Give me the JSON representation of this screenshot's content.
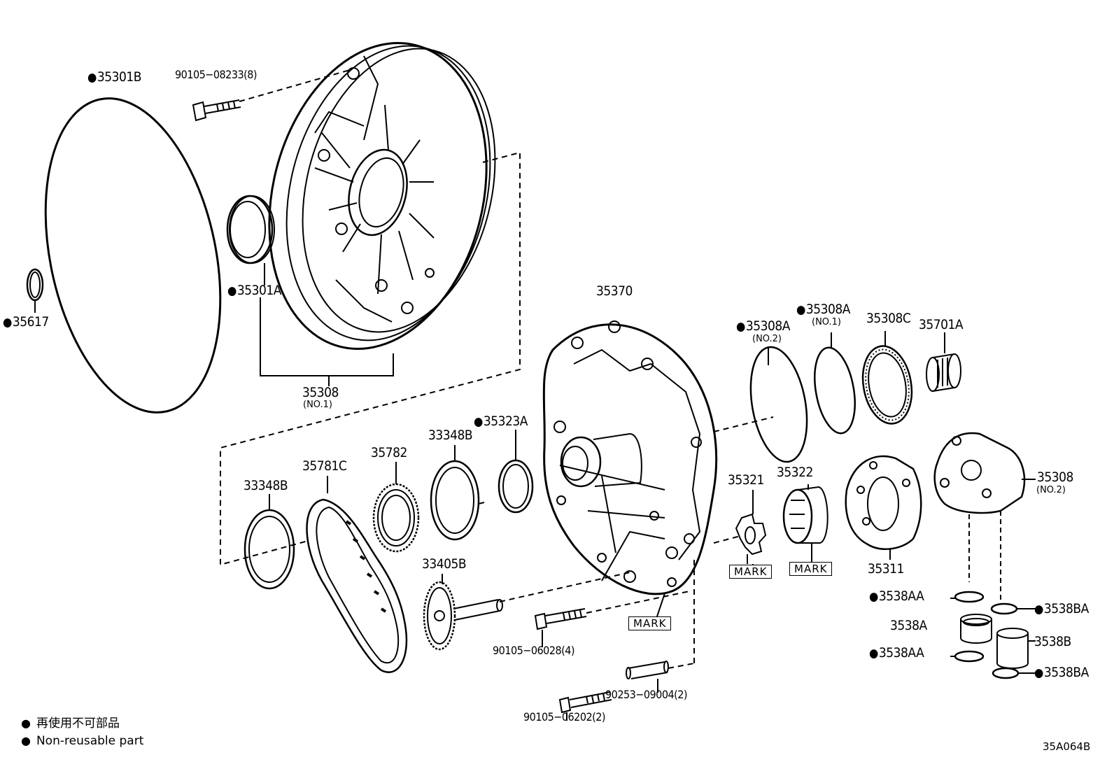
{
  "labels": {
    "p35301B": "35301B",
    "p35617": "35617",
    "p90105_08233": "90105−08233(8)",
    "p35301A": "35301A",
    "p35308_no1": "35308",
    "p35308_no1_sub": "(NO.1)",
    "p35370": "35370",
    "p35308A_no2": "35308A",
    "p35308A_no2_sub": "(NO.2)",
    "p35308A_no1": "35308A",
    "p35308A_no1_sub": "(NO.1)",
    "p35308C": "35308C",
    "p35701A": "35701A",
    "p33348B_a": "33348B",
    "p35323A": "35323A",
    "p35782": "35782",
    "p35781C": "35781C",
    "p33348B_b": "33348B",
    "p35321": "35321",
    "p35322": "35322",
    "p35311": "35311",
    "p35308_no2": "35308",
    "p35308_no2_sub": "(NO.2)",
    "p33405B": "33405B",
    "p90105_06028": "90105−06028(4)",
    "p90253_09004": "90253−09004(2)",
    "p90105_06202": "90105−06202(2)",
    "p3538AA_1": "3538AA",
    "p3538A": "3538A",
    "p3538AA_2": "3538AA",
    "p3538BA_1": "3538BA",
    "p3538B": "3538B",
    "p3538BA_2": "3538BA"
  },
  "marks": {
    "m1": "MARK",
    "m2": "MARK",
    "m3": "MARK"
  },
  "legend": {
    "jp": "再使用不可部品",
    "en": "Non-reusable part"
  },
  "drawing_code": "35A064B"
}
